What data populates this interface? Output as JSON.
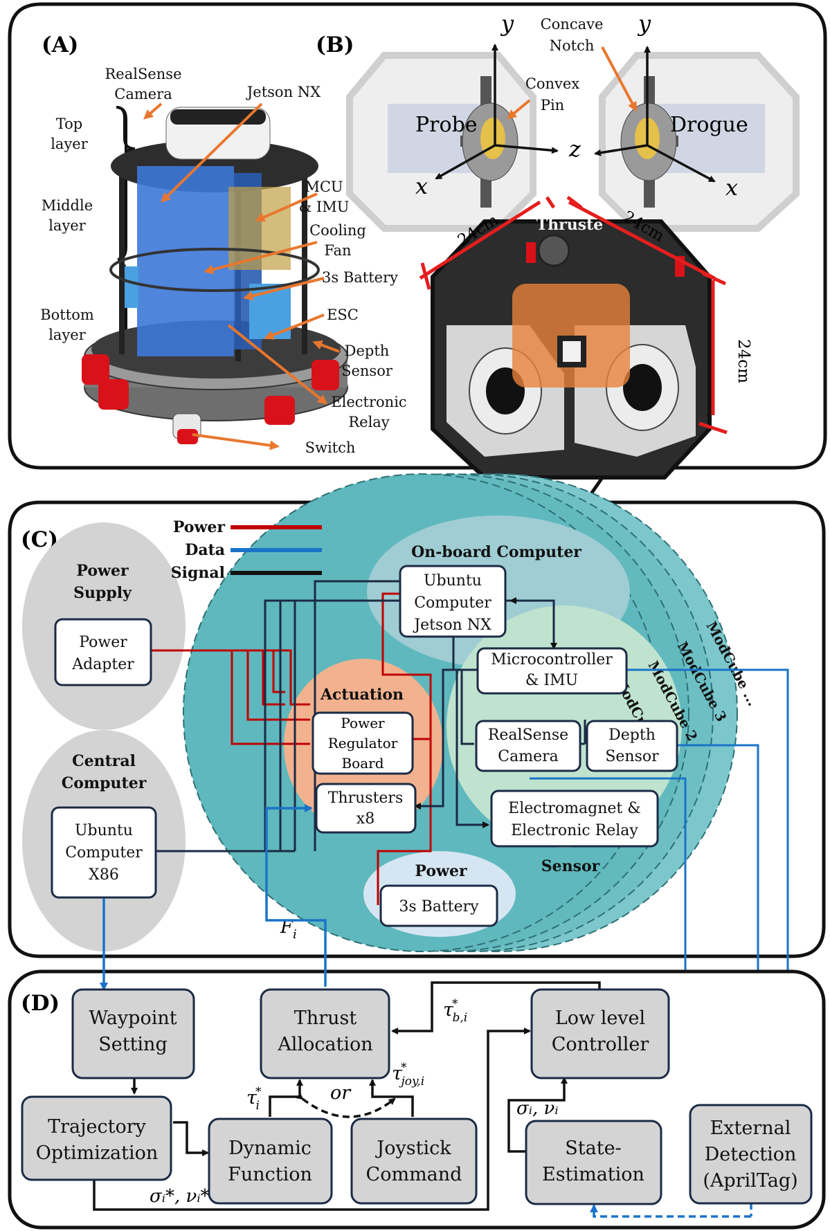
{
  "panelA": {
    "tag": "(A)",
    "layers": [
      "Top\nlayer",
      "Middle\nlayer",
      "Bottom\nlayer"
    ],
    "callouts": {
      "realsense": "RealSense\nCamera",
      "jetson": "Jetson NX",
      "mcu": "MCU\n& IMU",
      "fan": "Cooling\nFan",
      "battery": "3s Battery",
      "esc": "ESC",
      "depth": "Depth\nSensor",
      "relay": "Electronic\nRelay",
      "switch": "Switch"
    }
  },
  "panelB": {
    "tag": "(B)",
    "probe": "Probe",
    "drogue": "Drogue",
    "convex_pin": "Convex\nPin",
    "concave_notch": "Concave\nNotch",
    "thruster": "Thruste",
    "axes": {
      "y": "y",
      "x": "x",
      "z": "z"
    },
    "dims": [
      "24cm",
      "24cm",
      "24cm"
    ]
  },
  "panelC": {
    "tag": "(C)",
    "legend": [
      {
        "label": "Power",
        "color": "#c00000"
      },
      {
        "label": "Data",
        "color": "#1a73c8"
      },
      {
        "label": "Signal",
        "color": "#111111"
      }
    ],
    "power_supply": {
      "title": "Power\nSupply",
      "node": "Power\nAdapter"
    },
    "central_computer": {
      "title": "Central\nComputer",
      "node": "Ubuntu\nComputer\nX86"
    },
    "onboard": {
      "title": "On-board Computer",
      "node": "Ubuntu\nComputer\nJetson NX"
    },
    "mcu": "Microcontroller\n& IMU",
    "actuation": {
      "title": "Actuation",
      "regulator": "Power\nRegulator\nBoard",
      "thrusters": "Thrusters\nx8"
    },
    "sensor": {
      "title": "Sensor",
      "camera": "RealSense\nCamera",
      "depth": "Depth\nSensor",
      "relay": "Electromagnet &\nElectronic Relay"
    },
    "power": {
      "title": "Power",
      "battery": "3s Battery"
    },
    "modcubes": [
      "ModCube 1",
      "ModCube 2",
      "ModCube 3",
      "ModCube ..."
    ],
    "fi": "F",
    "fi_sub": "i"
  },
  "panelD": {
    "tag": "(D)",
    "waypoint": "Waypoint\nSetting",
    "thrust": "Thrust\nAllocation",
    "lowlevel": "Low level\nController",
    "trajectory": "Trajectory\nOptimization",
    "dynamic": "Dynamic\nFunction",
    "joystick": "Joystick\nCommand",
    "state": "State-\nEstimation",
    "external": "External\nDetection\n(AprilTag)",
    "or": "or",
    "tau_b": "τ",
    "tau_b_sub": "b,i",
    "tau_i": "τ",
    "tau_i_sub": "i",
    "tau_joy": "τ",
    "tau_joy_sub": "joy,i",
    "sigma_nu": "σᵢ, νᵢ",
    "sigma_nu_star": "σᵢ*, νᵢ*",
    "star": "*"
  },
  "colors": {
    "power": "#c00000",
    "data": "#1a73c8",
    "signal": "#111111",
    "gray_ellipse": "#d3d3d3",
    "teal": "#5fb8bd",
    "actuation": "#f2b28f",
    "sensor_green": "#bfe3cf",
    "power_blue": "#d5e6f2",
    "box_gray": "#d4d4d4"
  }
}
